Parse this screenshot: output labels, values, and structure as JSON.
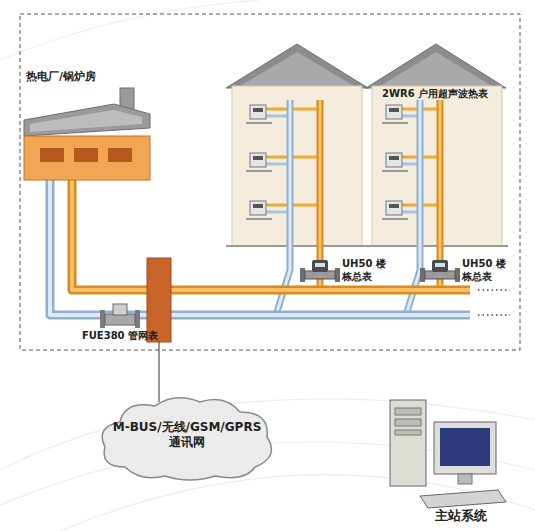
{
  "diagram": {
    "nodes": [
      {
        "text": [
          "热电厂/锅炉房"
        ]
      },
      {
        "text": [
          "FUE380 管网表"
        ]
      },
      {
        "text": [
          "UH50 楼栋总表"
        ]
      },
      {
        "text": [
          "UH50 楼栋总表"
        ]
      },
      {
        "text": [
          "M-BUS/无线/GSM/GPRS 通讯网"
        ]
      },
      {
        "text": [
          "主站系统"
        ]
      }
    ],
    "labels": [
      "2WR6 户用超声波热表"
    ]
  }
}
